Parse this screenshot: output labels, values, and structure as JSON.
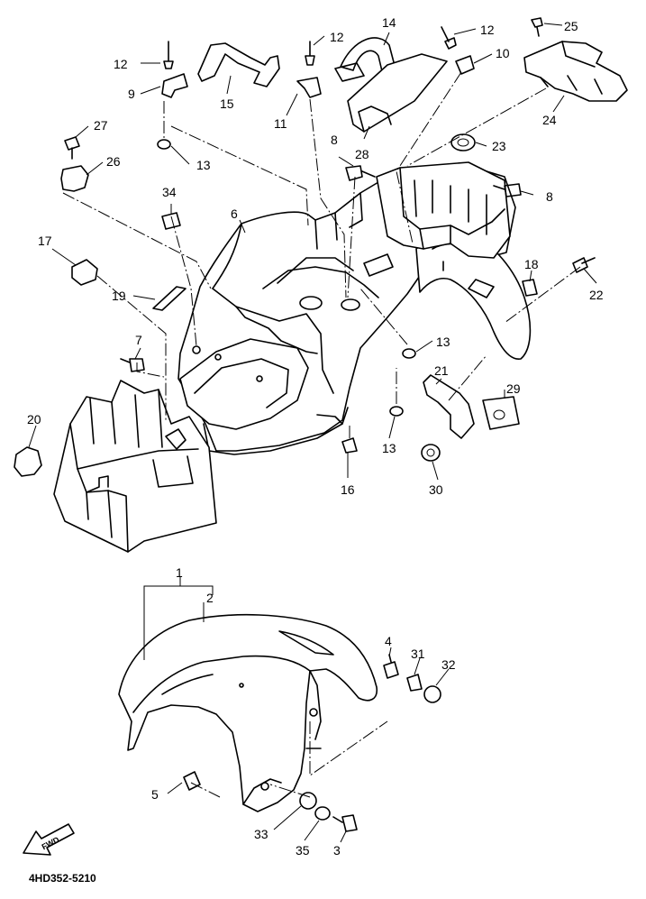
{
  "diagram_code": "4HD352-5210",
  "fwd_label": "FWD",
  "callouts": {
    "c1": "1",
    "c2": "2",
    "c3": "3",
    "c4": "4",
    "c5": "5",
    "c6": "6",
    "c7": "7",
    "c8a": "8",
    "c8b": "8",
    "c9": "9",
    "c10": "10",
    "c11": "11",
    "c12a": "12",
    "c12b": "12",
    "c12c": "12",
    "c13a": "13",
    "c13b": "13",
    "c13c": "13",
    "c14": "14",
    "c15": "15",
    "c16": "16",
    "c17": "17",
    "c18": "18",
    "c19": "19",
    "c20": "20",
    "c21": "21",
    "c22": "22",
    "c23": "23",
    "c24": "24",
    "c25": "25",
    "c26": "26",
    "c27": "27",
    "c28": "28",
    "c29": "29",
    "c30": "30",
    "c31": "31",
    "c32": "32",
    "c33": "33",
    "c34": "34",
    "c35": "35"
  }
}
